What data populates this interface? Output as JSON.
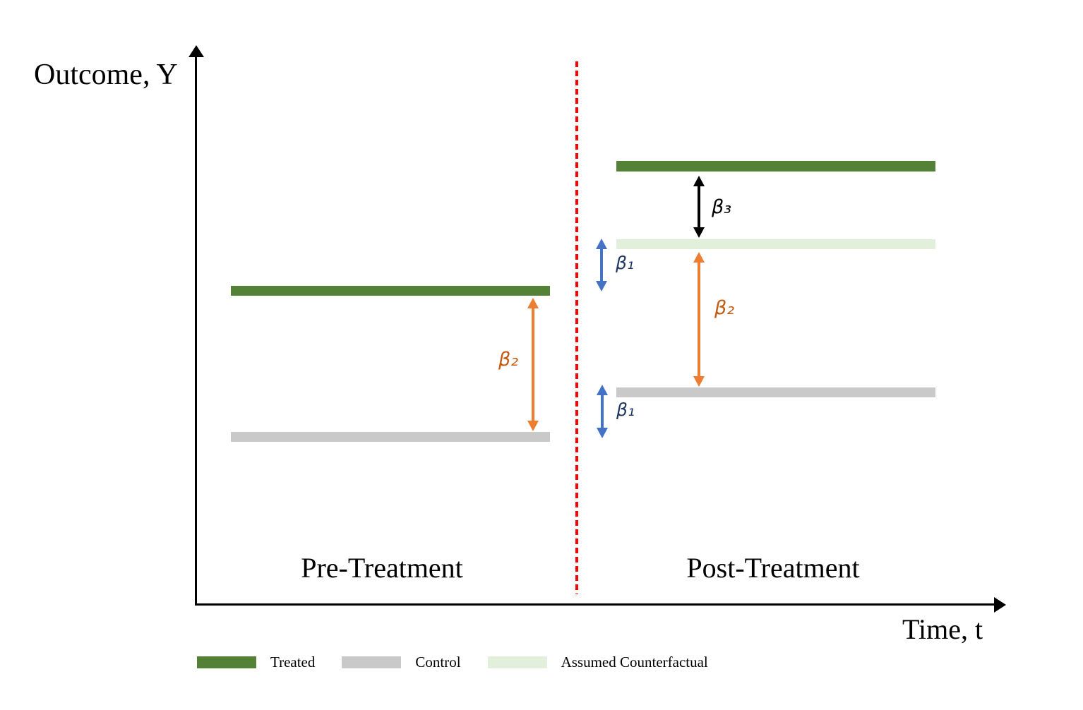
{
  "axes": {
    "y_label": "Outcome, Y",
    "x_label": "Time, t"
  },
  "periods": {
    "pre": "Pre-Treatment",
    "post": "Post-Treatment"
  },
  "annotations": {
    "pre_beta2": "β₂",
    "post_beta3": "β₃",
    "post_beta1_upper": "β₁",
    "post_beta2": "β₂",
    "post_beta1_lower": "β₁"
  },
  "legend": {
    "items": [
      {
        "label": "Treated",
        "color": "#538135"
      },
      {
        "label": "Control",
        "color": "#C9C9C9"
      },
      {
        "label": "Assumed Counterfactual",
        "color": "#E2EFDA"
      }
    ]
  },
  "colors": {
    "treated": "#538135",
    "control": "#C9C9C9",
    "counterfactual": "#E2EFDA",
    "arrow_orange": "#ED7D31",
    "arrow_blue": "#4472C4",
    "arrow_black": "#000000",
    "beta_orange_text": "#C55A11",
    "beta_blue_text": "#1F3864",
    "divider_red": "#FF0000",
    "axis_black": "#000000"
  }
}
